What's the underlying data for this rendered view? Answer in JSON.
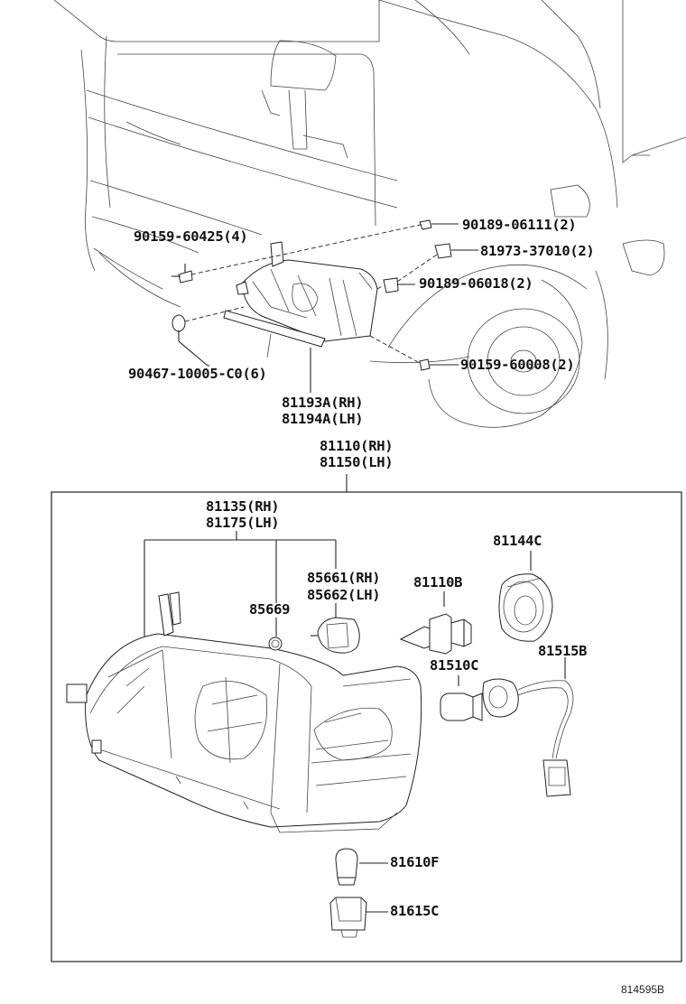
{
  "labels": {
    "p90159_60425": "90159-60425(4)",
    "p90189_06111": "90189-06111(2)",
    "p81973_37010": "81973-37010(2)",
    "p90189_06018": "90189-06018(2)",
    "p90467_10005": "90467-10005-C0(6)",
    "p90159_60008": "90159-60008(2)",
    "p81193A": "81193A(RH)",
    "p81194A": "81194A(LH)",
    "p81110": "81110(RH)",
    "p81150": "81150(LH)",
    "p81135": "81135(RH)",
    "p81175": "81175(LH)",
    "p85661": "85661(RH)",
    "p85662": "85662(LH)",
    "p81110B": "81110B",
    "p81144C": "81144C",
    "p85669": "85669",
    "p81510C": "81510C",
    "p81515B": "81515B",
    "p81610F": "81610F",
    "p81615C": "81615C"
  },
  "diagram_code": "814595B"
}
